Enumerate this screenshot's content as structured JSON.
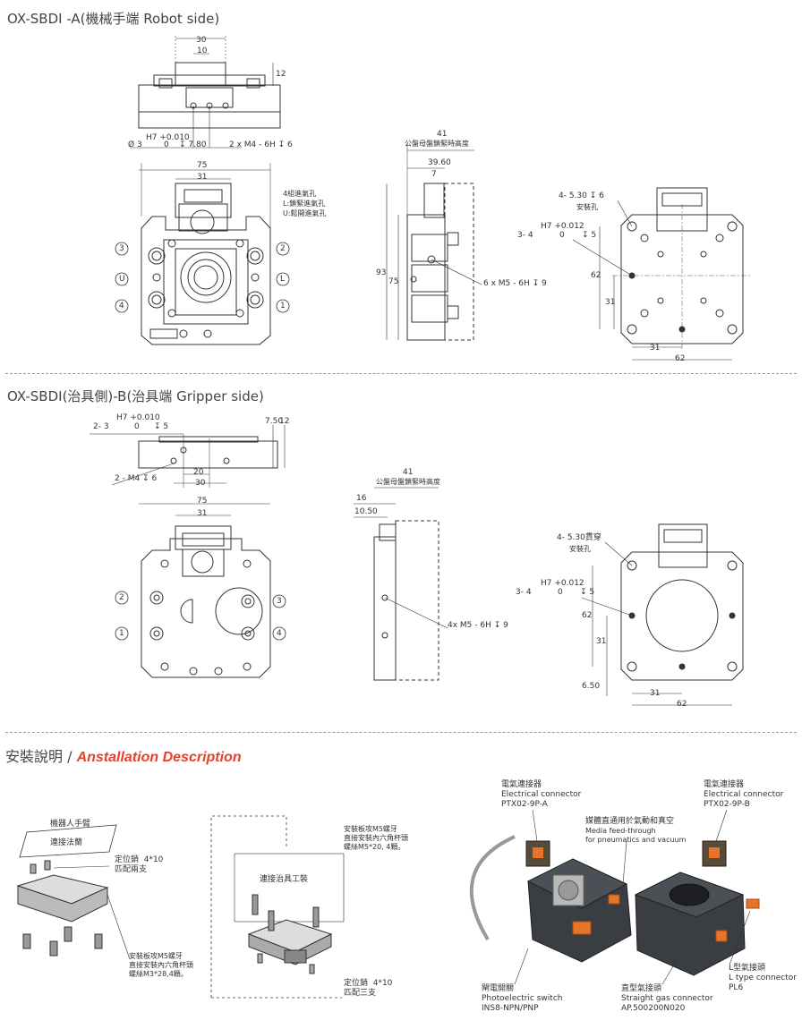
{
  "section_a": {
    "title": "OX-SBDI -A(機械手端 Robot side)",
    "top_view": {
      "dims": [
        "30",
        "10",
        "12"
      ],
      "tol": "H7 +0.010",
      "tol_zero": "0",
      "hole_left": "3",
      "hole_depth": "7.80",
      "thread": "2 x M4 - 6H",
      "thread_depth": "6"
    },
    "front_view": {
      "dims": [
        "75",
        "31"
      ],
      "notes": [
        "4組進氣孔",
        "L:鎖緊進氣孔",
        "U:鬆開進氣孔"
      ],
      "ports": [
        "3",
        "2",
        "U",
        "L",
        "4",
        "1"
      ]
    },
    "side_view": {
      "dims": [
        "41",
        "39.60",
        "7",
        "93",
        "75"
      ],
      "caption": "公盤母盤鎖緊時高度",
      "thread": "6 x M5 - 6H",
      "thread_depth": "9"
    },
    "mount_view": {
      "holes": "4- 5.30",
      "holes_depth": "6",
      "holes_caption": "安裝孔",
      "tol": "H7 +0.012",
      "pin": "3- 4",
      "tol_zero": "0",
      "pin_depth": "5",
      "dims": [
        "62",
        "31",
        "31",
        "62"
      ]
    }
  },
  "section_b": {
    "title": "OX-SBDI(治具側)-B(治具端 Gripper side)",
    "top_view": {
      "tol": "H7 +0.010",
      "pin": "2- 3",
      "tol_zero": "0",
      "pin_depth": "5",
      "dims": [
        "7.50",
        "12",
        "20",
        "30"
      ],
      "thread": "2 - M4",
      "thread_depth": "6"
    },
    "front_view": {
      "dims": [
        "75",
        "31"
      ],
      "ports": [
        "2",
        "3",
        "1",
        "4"
      ]
    },
    "side_view": {
      "dims": [
        "41",
        "16",
        "10.50"
      ],
      "caption": "公盤母盤鎖緊時高度",
      "thread": "4x M5 - 6H",
      "thread_depth": "9"
    },
    "mount_view": {
      "holes": "4- 5.30貫穿",
      "holes_caption": "安裝孔",
      "tol": "H7 +0.012",
      "pin": "3- 4",
      "tol_zero": "0",
      "pin_depth": "5",
      "dims": [
        "62",
        "31",
        "6.50",
        "31",
        "62"
      ]
    }
  },
  "install": {
    "title_zh": "安裝說明 / ",
    "title_en": "Anstallation Description",
    "robot_arm": "機器人手臂",
    "flange": "連接法蘭",
    "pin_a": "定位銷  4*10",
    "pin_a_2": "匹配兩支",
    "screw_a": "安裝板攻M5螺牙\n直接安裝內六角杯頭\n螺絲M3*28,4顆。",
    "screw_b": "安裝板攻M5螺牙\n直接安裝內六角杯頭\n螺絲M5*20, 4顆。",
    "tool_conn": "連接治具工裝",
    "pin_b": "定位銷  4*10",
    "pin_b_2": "匹配三支",
    "elec_a": "電氣連接器\nElectrical connector\nPTX02-9P-A",
    "elec_b": "電氣連接器\nElectrical connector\nPTX02-9P-B",
    "media": "媒體直通用於氣動和真空",
    "media_en": "Media feed-through\nfor pneumatics and vacuum",
    "photo": "閘電開關\nPhotoelectric switch\nINS8-NPN/PNP",
    "straight": "直型氣接頭\nStraight gas connector\nAP.500200N020",
    "ltype": "L型氣接頭\nL type connector\nPL6"
  },
  "colors": {
    "accent": "#e4412b",
    "line": "#333333",
    "body": "#3a3d42",
    "orange": "#e8742a"
  }
}
